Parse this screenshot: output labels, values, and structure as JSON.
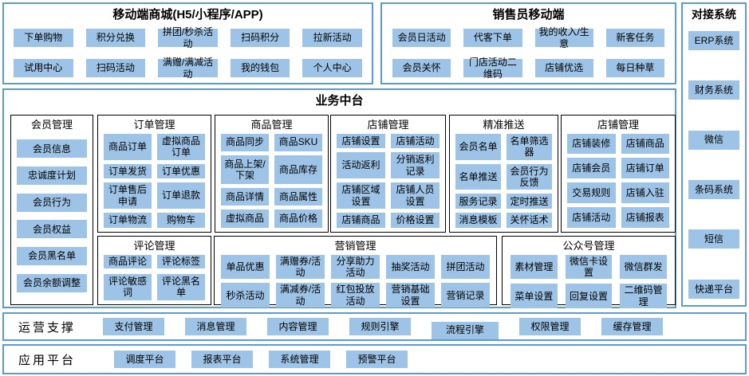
{
  "colors": {
    "border_blue": "#5B9BD5",
    "button_fill": "#9DC3E6",
    "section_border": "#000000"
  },
  "mobile_mall": {
    "title": "移动端商城(H5/小程序/APP)",
    "items": [
      "下单购物",
      "积分兑换",
      "拼团/秒杀活动",
      "扫码积分",
      "拉新活动",
      "试用中心",
      "扫码活动",
      "满赠/满减活动",
      "我的钱包",
      "个人中心"
    ]
  },
  "sales_mobile": {
    "title": "销售员移动端",
    "items": [
      "会员日活动",
      "代客下单",
      "我的收入/生意",
      "新客任务",
      "会员关怀",
      "门店活动二维码",
      "店铺优选",
      "每日种草"
    ]
  },
  "integration": {
    "title": "对接系统",
    "items": [
      "ERP系统",
      "财务系统",
      "微信",
      "条码系统",
      "短信",
      "快递平台"
    ]
  },
  "business_platform": {
    "title": "业务中台",
    "member": {
      "title": "会员管理",
      "items": [
        "会员信息",
        "忠诚度计划",
        "会员行为",
        "会员权益",
        "会员黑名单",
        "会员余额调整"
      ]
    },
    "order": {
      "title": "订单管理",
      "items": [
        "商品订单",
        "虚拟商品订单",
        "订单发货",
        "订单优惠",
        "订单售后申请",
        "订单退款",
        "订单物流",
        "购物车"
      ]
    },
    "product": {
      "title": "商品管理",
      "items": [
        "商品同步",
        "商品SKU",
        "商品上架/下架",
        "商品库存",
        "商品详情",
        "商品属性",
        "虚拟商品",
        "商品价格"
      ]
    },
    "store": {
      "title": "店铺管理",
      "items": [
        "店铺设置",
        "店铺活动",
        "活动返利",
        "分销返利记录",
        "店铺区域设置",
        "店铺人员设置",
        "店铺商品",
        "价格设置"
      ]
    },
    "push": {
      "title": "精准推送",
      "items": [
        "会员名单",
        "名单筛选器",
        "名单推送",
        "会员行为反馈",
        "服务记录",
        "定时推送",
        "消息模板",
        "关怀话术"
      ]
    },
    "store2": {
      "title": "店铺管理",
      "items": [
        "店铺装修",
        "店铺商品",
        "店铺会员",
        "店铺订单",
        "交易规则",
        "店铺入驻",
        "店铺活动",
        "店铺报表"
      ]
    },
    "comment": {
      "title": "评论管理",
      "items": [
        "商品评论",
        "评论标签",
        "评论敏感词",
        "评论黑名单"
      ]
    },
    "marketing": {
      "title": "营销管理",
      "items": [
        "单品优惠",
        "满赠券/活动",
        "分享助力活动",
        "抽奖活动",
        "拼团活动",
        "秒杀活动",
        "满减券/活动",
        "红包投放活动",
        "营销基础设置",
        "营销记录"
      ]
    },
    "official": {
      "title": "公众号管理",
      "items": [
        "素材管理",
        "微信卡设置",
        "微信群发",
        "菜单设置",
        "回复设置",
        "二维码管理"
      ]
    }
  },
  "operation_support": {
    "title": "运营支撑",
    "items": [
      "支付管理",
      "消息管理",
      "内容管理",
      "规则引擎",
      "流程引擎",
      "权限管理",
      "缓存管理"
    ]
  },
  "application_platform": {
    "title": "应用平台",
    "items": [
      "调度平台",
      "报表平台",
      "系统管理",
      "预警平台"
    ]
  }
}
